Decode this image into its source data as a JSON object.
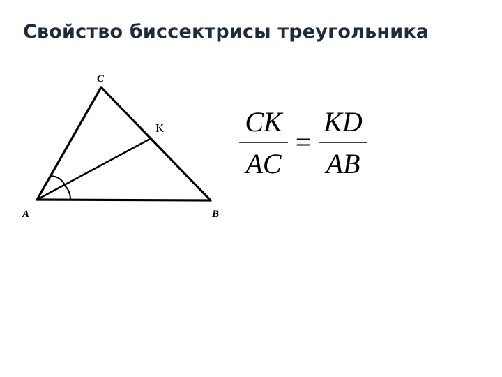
{
  "slide": {
    "title": "Свойство биссектрисы треугольника"
  },
  "triangle": {
    "vertex_a": "A",
    "vertex_b": "B",
    "vertex_c": "C",
    "point_k": "K"
  },
  "formula": {
    "left_numerator": "CK",
    "left_denominator": "AC",
    "equals": "=",
    "right_numerator": "KD",
    "right_denominator": "AB"
  }
}
